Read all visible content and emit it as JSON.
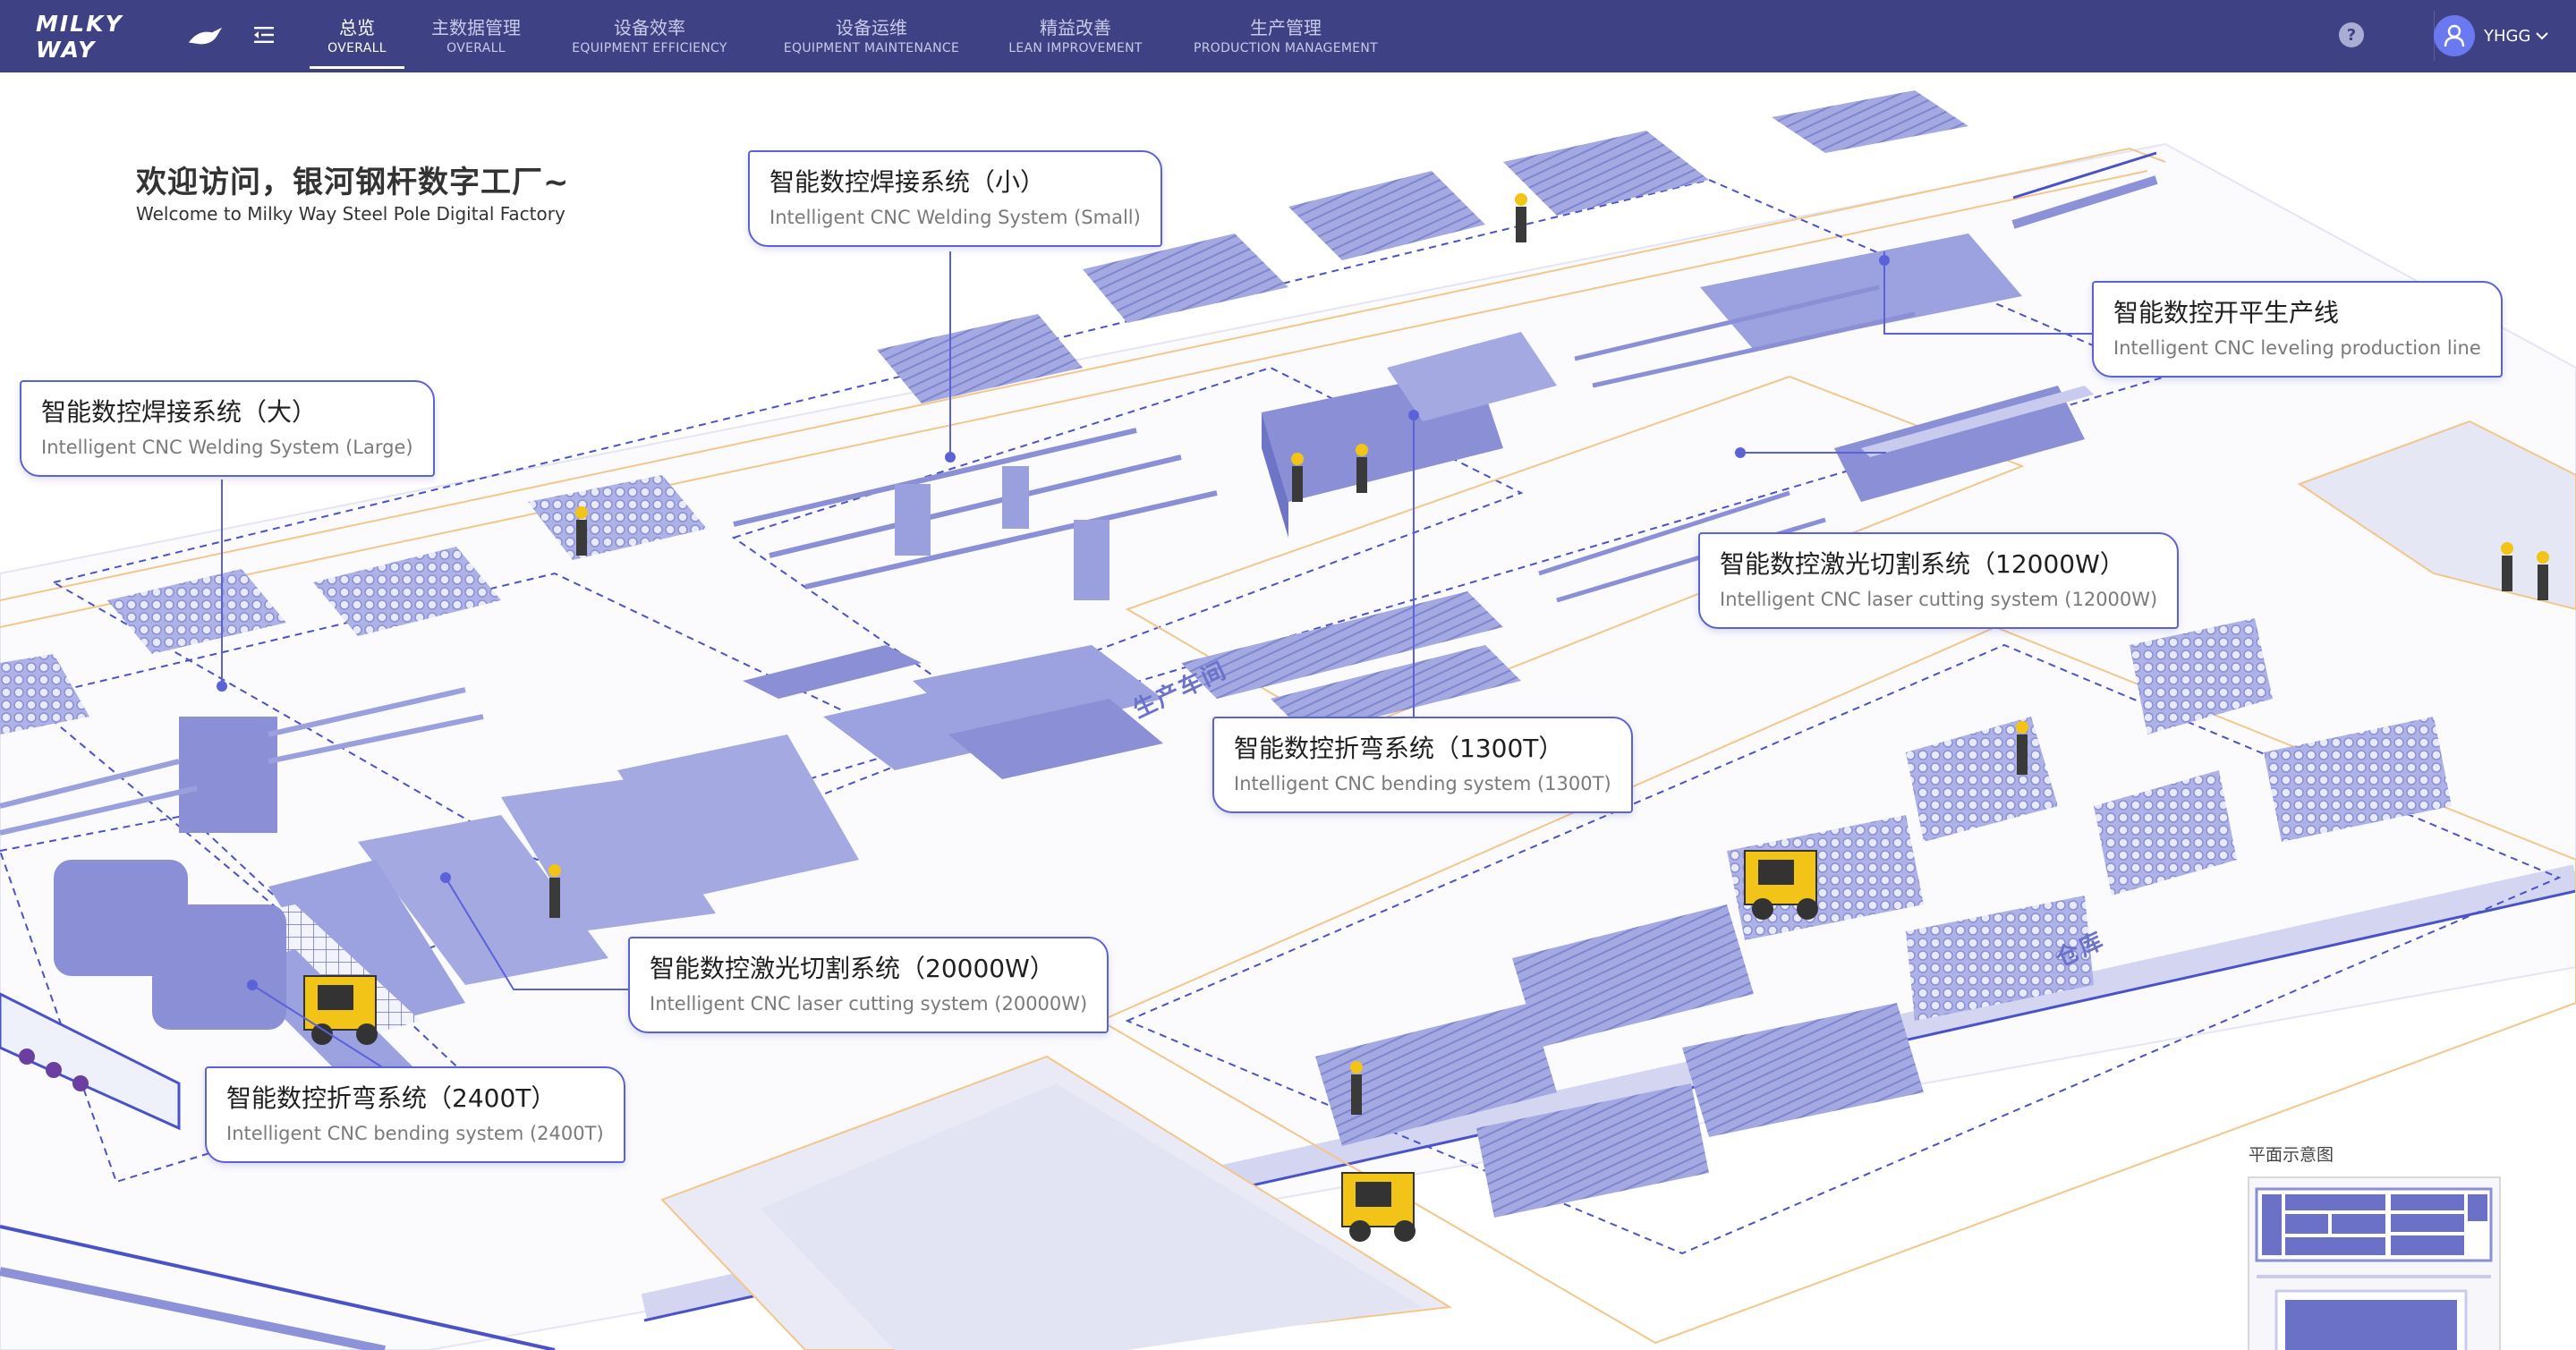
{
  "app": {
    "logo_text": "MILKY WAY",
    "user_name": "YHGG",
    "help_label": "?"
  },
  "nav": [
    {
      "cn": "总览",
      "en": "OVERALL",
      "active": true
    },
    {
      "cn": "主数据管理",
      "en": "OVERALL",
      "active": false
    },
    {
      "cn": "设备效率",
      "en": "EQUIPMENT EFFICIENCY",
      "active": false
    },
    {
      "cn": "设备运维",
      "en": "EQUIPMENT MAINTENANCE",
      "active": false
    },
    {
      "cn": "精益改善",
      "en": "LEAN IMPROVEMENT",
      "active": false
    },
    {
      "cn": "生产管理",
      "en": "PRODUCTION MANAGEMENT",
      "active": false
    }
  ],
  "welcome": {
    "title": "欢迎访问，银河钢杆数字工厂~",
    "subtitle": "Welcome to Milky Way Steel Pole Digital Factory"
  },
  "callouts": {
    "welding_small": {
      "cn": "智能数控焊接系统（小）",
      "en": "Intelligent CNC Welding System (Small)"
    },
    "welding_large": {
      "cn": "智能数控焊接系统（大）",
      "en": "Intelligent CNC Welding System (Large)"
    },
    "leveling": {
      "cn": "智能数控开平生产线",
      "en": "Intelligent CNC leveling production line"
    },
    "laser_12000": {
      "cn": "智能数控激光切割系统（12000W）",
      "en": "Intelligent CNC laser cutting system (12000W)"
    },
    "bending_1300": {
      "cn": "智能数控折弯系统（1300T）",
      "en": "Intelligent CNC bending system (1300T)"
    },
    "laser_20000": {
      "cn": "智能数控激光切割系统（20000W）",
      "en": "Intelligent CNC laser cutting system (20000W)"
    },
    "bending_2400": {
      "cn": "智能数控折弯系统（2400T）",
      "en": "Intelligent CNC bending system (2400T)"
    }
  },
  "zones": {
    "production": "生产车间",
    "warehouse": "仓库"
  },
  "minimap": {
    "title": "平面示意图"
  },
  "colors": {
    "nav_bg": "#3e4285",
    "accent": "#5b62d8",
    "machine": "#8a8fd6",
    "floor_line_orange": "#f5c98a",
    "floor_line_blue": "#4a52c8"
  }
}
